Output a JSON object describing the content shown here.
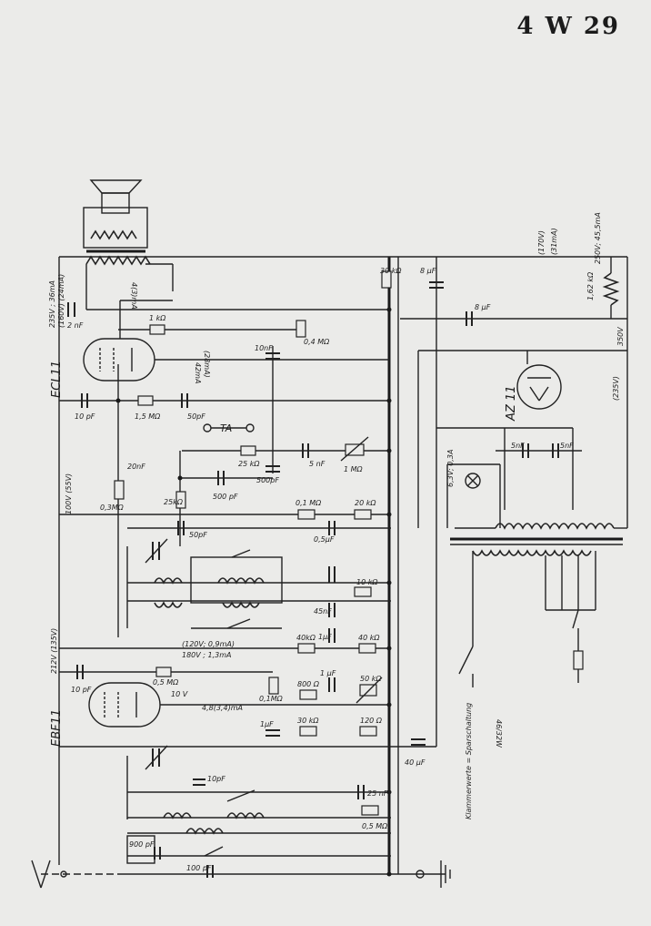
{
  "model": "4 W 29",
  "tubes": {
    "ecl11": "ECL11",
    "ebf11": "EBF11",
    "az11": "AZ 11"
  },
  "labels": {
    "ecl_plate": "(160V) (24mA)",
    "ecl_screen": "235V ; 36mA",
    "ecl_current": "4(3)mA",
    "ecl_cath": "(28mA)",
    "ecl_cath2": "42mA",
    "rect_plate": "(170V)",
    "rect_current": "(31mA)",
    "rect_out": "250V; 45,5mA",
    "v350": "350V",
    "v235": "(235V)",
    "v100": "100V (55V)",
    "v212": "212V (135V)",
    "ebf_a": "(120V; 0,9mA)",
    "ebf_b": "180V ; 1,3mA",
    "ebf_c": "4,8(3,4)mA",
    "ebf_d": "10 V",
    "ta": "TA",
    "lamp": "6,3V; 0,3A",
    "trafo": "46/32W",
    "footer": "Klammerwerte = Sparschaltung"
  },
  "components": {
    "r30k": "30 kΩ",
    "c8uf_a": "8 µF",
    "c8uf_b": "8 µF",
    "r162": "1,62 kΩ",
    "c2nf": "2 nF",
    "r1k": "1 kΩ",
    "c10nf": "10nF",
    "r04m": "0,4 MΩ",
    "c10pf_a": "10 pF",
    "r15m": "1,5 MΩ",
    "c50pf": "50pF",
    "c20nf": "20nF",
    "r25k": "25 kΩ",
    "c5nf": "5 nF",
    "r1m": "1 MΩ",
    "c500pf": "500pF",
    "r03m": "0,3MΩ",
    "r25k2": "25kΩ",
    "c500pf2": "500 pF",
    "r01m": "0,1 MΩ",
    "r20k": "20 kΩ",
    "c05uf": "0,5µF",
    "c50pf2": "50pF",
    "r10k": "10 kΩ",
    "c45nf": "45nF",
    "r40k": "40kΩ",
    "r40k2": "40 kΩ",
    "c1uf": "1µF",
    "c10pf_b": "10 pF",
    "r05m": "0,5 MΩ",
    "r01m2": "0,1MΩ",
    "r800": "800 Ω",
    "c1uf2": "1 µF",
    "r50k": "50 kΩ",
    "c1uf3": "1µF",
    "r30k2": "30 kΩ",
    "r120": "120 Ω",
    "c40uf": "40 µF",
    "c10pf_c": "10pF",
    "c25nf": "25 nF",
    "r05m2": "0,5 MΩ",
    "c900pf": "900 pF",
    "c100pf": "100 pF",
    "c5nf_a": "5nF",
    "c5nf_b": "5nF"
  }
}
